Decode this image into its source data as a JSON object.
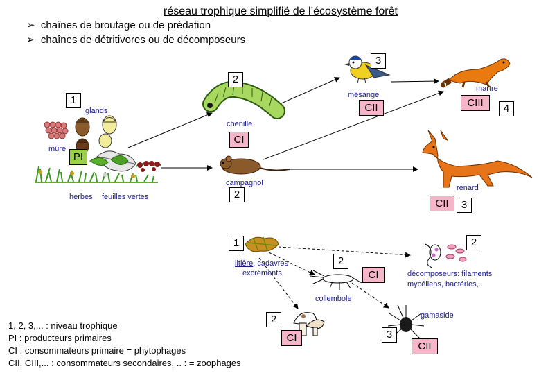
{
  "title": "réseau trophique simplifié de l’écosystème forêt",
  "bullets": [
    "chaînes de broutage ou de prédation",
    "chaînes de détritivores ou de décomposeurs"
  ],
  "bullet_symbol": "➢",
  "labels": {
    "glands": "glands",
    "mure": "mûre",
    "herbes": "herbes",
    "feuilles_vertes": "feuilles vertes",
    "chenille": "chenille",
    "campagnol": "campagnol",
    "mesange": "mésange",
    "martre": "martre",
    "renard": "renard",
    "litiere": "litière",
    "litiere_rest_1": ", cadavres",
    "litiere_rest_2": "excréments",
    "collembole": "collembole",
    "decomposeurs_1": "décomposeurs: filaments",
    "decomposeurs_2": "mycéliens, bactéries,..",
    "gamaside": "gamaside"
  },
  "levels": {
    "producteurs": {
      "num": "1",
      "code": "PI"
    },
    "chenille": {
      "num": "2",
      "code": "CI"
    },
    "campagnol": {
      "num": "2"
    },
    "mesange": {
      "num": "3",
      "code": "CII"
    },
    "martre": {
      "num": "4",
      "code": "CIII"
    },
    "renard": {
      "num": "3",
      "code": "CII"
    },
    "litiere": {
      "num": "1"
    },
    "collembole": {
      "num": "2",
      "code": "CI"
    },
    "decomposeurs": {
      "num": "2"
    },
    "champignon": {
      "num": "2",
      "code": "CI"
    },
    "gamaside": {
      "num": "3",
      "code": "CII"
    }
  },
  "legend": [
    "1, 2, 3,... :  niveau trophique",
    "PI : producteurs primaires",
    "CI : consommateurs primaire = phytophages",
    "CII, CIII,... : consommateurs secondaires, .. : = zoophages"
  ],
  "colors": {
    "level_fill": "#f4b6c8",
    "producer_fill": "#9ad04a",
    "label_text": "#1a1a8a"
  },
  "icons": [
    "glands-icon",
    "mure-icon",
    "herbes-icon",
    "feuilles-icon",
    "chenille-icon",
    "campagnol-icon",
    "mesange-icon",
    "martre-icon",
    "renard-icon",
    "litiere-icon",
    "collembole-icon",
    "decomposeurs-icon",
    "champignon-icon",
    "gamaside-icon"
  ]
}
